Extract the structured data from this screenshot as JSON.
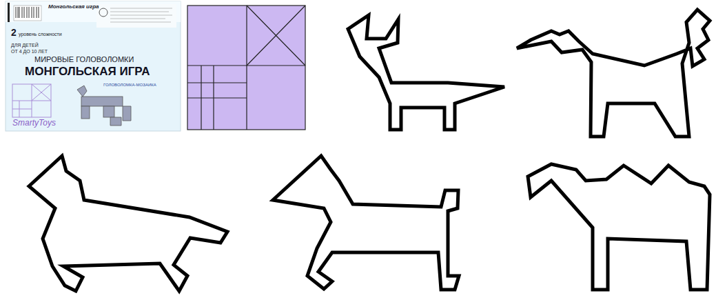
{
  "diagram": {
    "labels": [
      "Монгольская игра",
      "2",
      "уровень сложности",
      "ДЛЯ ДЕТЕЙ",
      "ОТ 4 ДО 10 ЛЕТ",
      "МИРОВЫЕ ГОЛОВОЛОМКИ",
      "МОНГОЛЬСКАЯ ИГРА",
      "ГОЛОВОЛОМКА-МОЗАИКА",
      "SmartyToys"
    ]
  }
}
